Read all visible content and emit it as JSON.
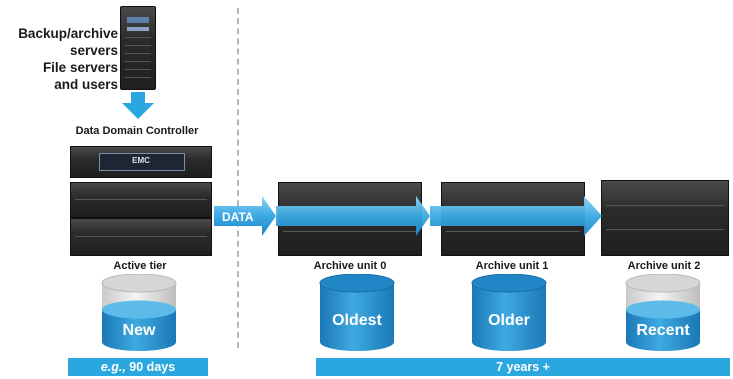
{
  "sources": {
    "line1": "Backup/archive",
    "line2": "servers",
    "line3": "File servers",
    "line4": "and users"
  },
  "controller_label": "Data Domain Controller",
  "controller_badge": "EMC",
  "flow_label": "DATA",
  "tiers": [
    {
      "label": "Active tier",
      "cylinder": "New",
      "fill": 0.55
    },
    {
      "label": "Archive unit 0",
      "cylinder": "Oldest",
      "fill": 1.0
    },
    {
      "label": "Archive unit 1",
      "cylinder": "Older",
      "fill": 1.0
    },
    {
      "label": "Archive unit 2",
      "cylinder": "Recent",
      "fill": 0.55
    }
  ],
  "bars": {
    "active_prefix": "e.g.,",
    "active_suffix": " 90 days",
    "archive": "7 years +"
  },
  "colors": {
    "accent": "#2ba7df",
    "cylinder_dark": "#1a78b6",
    "cylinder_light": "#3fa9e1",
    "arrow": "#48b5e8",
    "rack": "#2b2b2b"
  }
}
